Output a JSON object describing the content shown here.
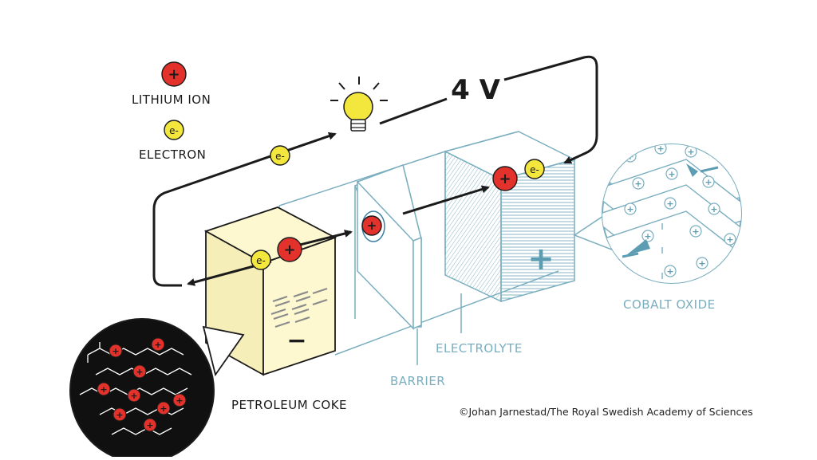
{
  "legend": {
    "ion_symbol": "+",
    "ion_label": "LITHIUM ION",
    "electron_symbol": "e-",
    "electron_label": "ELECTRON"
  },
  "voltage": "4 V",
  "labels": {
    "anode": "PETROLEUM COKE",
    "barrier": "BARRIER",
    "electrolyte": "ELECTROLYTE",
    "cathode": "COBALT OXIDE"
  },
  "terminals": {
    "negative": "−",
    "positive": "+"
  },
  "credit": "©Johan Jarnestad/The Royal Swedish Academy of Sciences",
  "colors": {
    "ion": "#e2322b",
    "electron": "#f3e63c",
    "anode_face": "#fdf8d0",
    "line_blue": "#7aaebf",
    "cathode_plus": "#5c9db1",
    "ink": "#1b1b1b"
  }
}
